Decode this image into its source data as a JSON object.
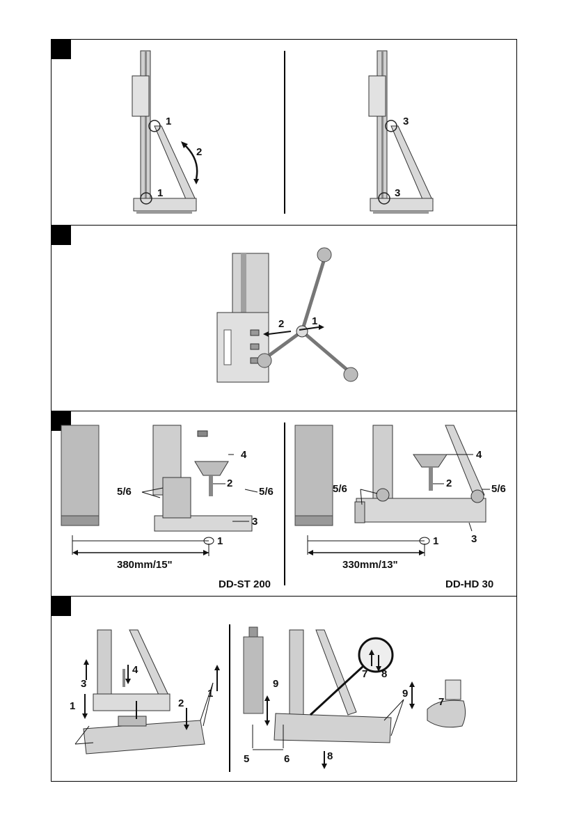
{
  "panel1": {
    "left_labels": [
      "1",
      "2",
      "1"
    ],
    "right_labels": [
      "3",
      "3"
    ]
  },
  "panel2": {
    "labels": [
      "2",
      "1"
    ]
  },
  "panel3": {
    "left": {
      "labels": [
        "4",
        "2",
        "5/6",
        "5/6",
        "3",
        "1"
      ],
      "dimension": "380mm/15\"",
      "model": "DD-ST 200"
    },
    "right": {
      "labels": [
        "4",
        "2",
        "5/6",
        "5/6",
        "3",
        "1"
      ],
      "dimension": "330mm/13\"",
      "model": "DD-HD 30"
    }
  },
  "panel4": {
    "left_labels": [
      "3",
      "4",
      "1",
      "2",
      "1"
    ],
    "right_labels": [
      "9",
      "5",
      "6",
      "8",
      "7",
      "8",
      "9",
      "7"
    ]
  }
}
